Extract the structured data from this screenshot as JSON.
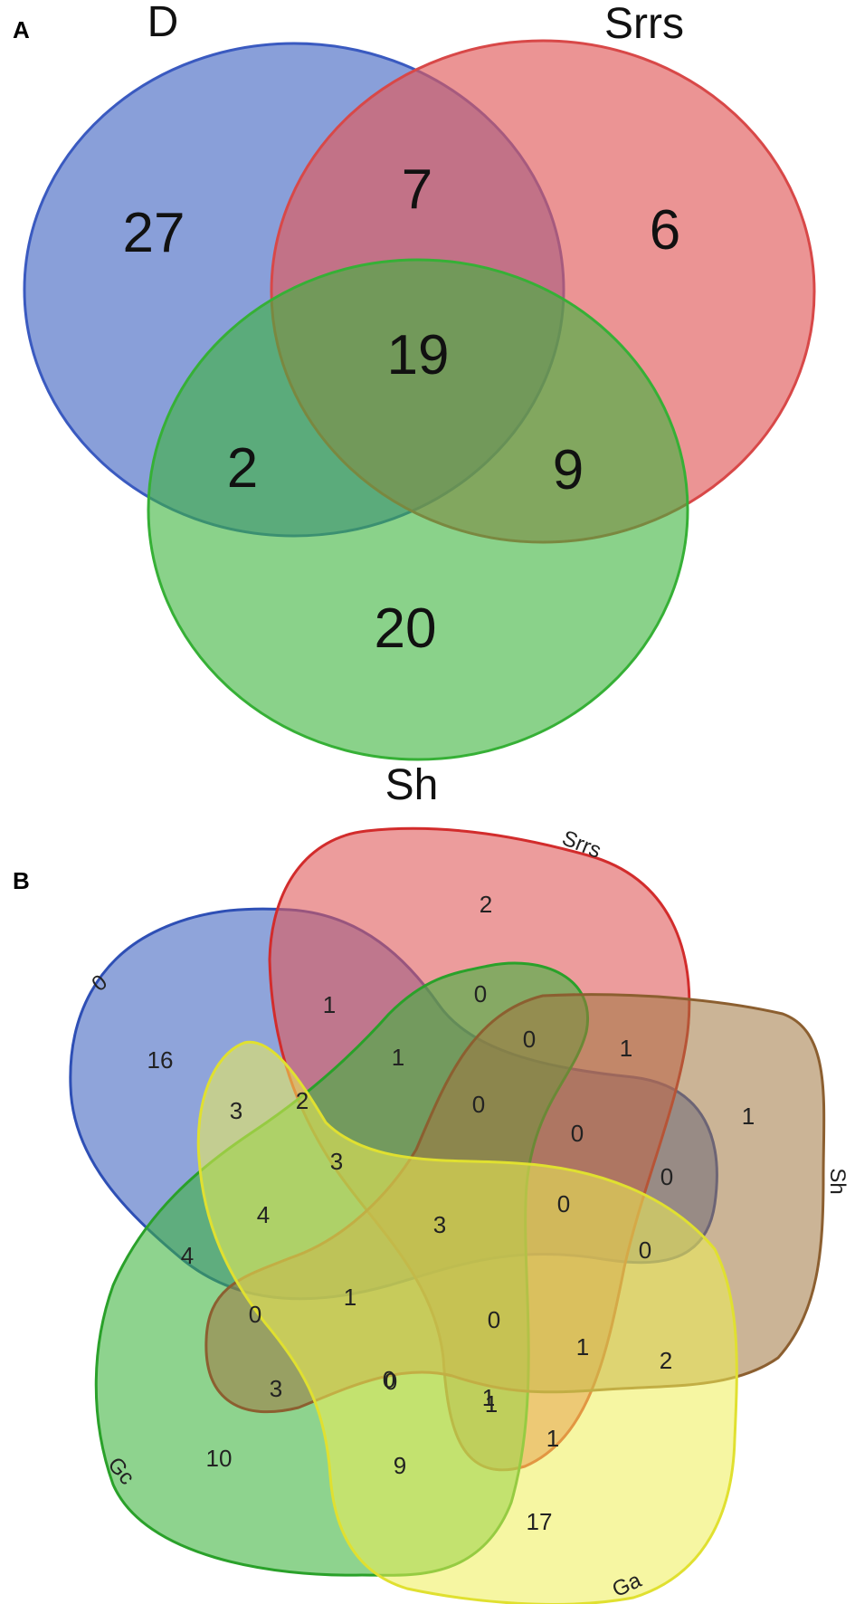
{
  "panel_a": {
    "label": "A",
    "sets": [
      {
        "name": "D",
        "color": "#4a6cc4"
      },
      {
        "name": "Srrs",
        "color": "#e05a5a"
      },
      {
        "name": "Sh",
        "color": "#3cb43c"
      }
    ],
    "counts": {
      "d_only": "27",
      "d_srrs": "7",
      "srrs_only": "6",
      "d_srrs_sh": "19",
      "d_sh": "2",
      "srrs_sh": "9",
      "sh_only": "20"
    }
  },
  "panel_b": {
    "label": "B",
    "sets": [
      {
        "name": "0",
        "color": "#4a6cc4"
      },
      {
        "name": "Srrs",
        "color": "#e05a5a"
      },
      {
        "name": "Sh",
        "color": "#9c7444"
      },
      {
        "name": "Ga",
        "color": "#eeee55"
      },
      {
        "name": "Gc",
        "color": "#3cb43c"
      }
    ],
    "counts": [
      "2",
      "1",
      "0",
      "16",
      "0",
      "1",
      "1",
      "1",
      "3",
      "2",
      "0",
      "3",
      "0",
      "0",
      "4",
      "3",
      "0",
      "0",
      "4",
      "1",
      "0",
      "0",
      "0",
      "1",
      "3",
      "0",
      "1",
      "2",
      "1",
      "10",
      "9",
      "1",
      "17"
    ]
  }
}
